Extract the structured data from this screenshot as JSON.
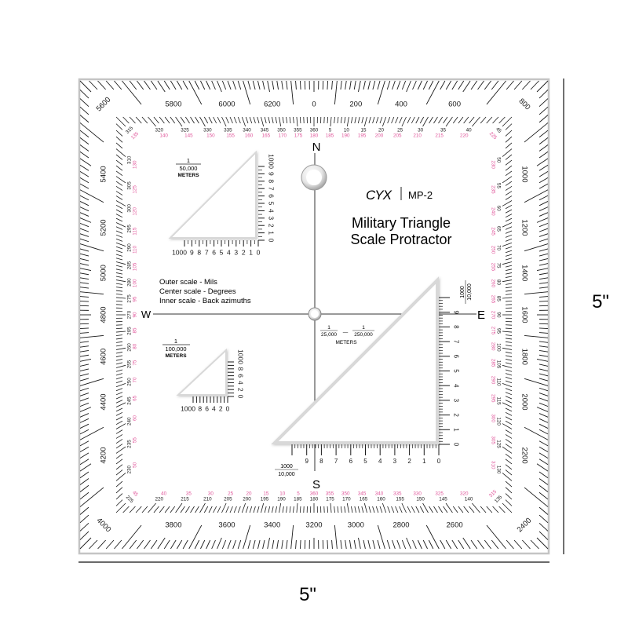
{
  "product": {
    "brand": "CYX",
    "model": "MP-2",
    "title_line1": "Military Triangle",
    "title_line2": "Scale Protractor"
  },
  "legend": {
    "line1": "Outer  scale - Mils",
    "line2": "Center scale - Degrees",
    "line3": "Inner scale - Back azimuths"
  },
  "compass": {
    "north": "N",
    "south": "S",
    "east": "E",
    "west": "W"
  },
  "mil_labels": [
    "0",
    "200",
    "400",
    "600",
    "800",
    "1000",
    "1200",
    "1400",
    "1600",
    "1800",
    "2000",
    "2200",
    "2400",
    "2600",
    "2800",
    "3000",
    "3200",
    "3400",
    "3600",
    "3800",
    "4000",
    "4200",
    "4400",
    "4600",
    "4800",
    "5000",
    "5200",
    "5400",
    "5600",
    "5800",
    "6000",
    "6200"
  ],
  "degree_labels": [
    "360",
    "5",
    "10",
    "15",
    "20",
    "25",
    "30",
    "35",
    "40",
    "45",
    "50",
    "55",
    "60",
    "65",
    "70",
    "75",
    "80",
    "85",
    "90",
    "95",
    "100",
    "105",
    "110",
    "115",
    "120",
    "125",
    "130",
    "135",
    "140",
    "145",
    "150",
    "155",
    "160",
    "165",
    "170",
    "175",
    "180",
    "185",
    "190",
    "195",
    "200",
    "205",
    "210",
    "215",
    "220",
    "225",
    "230",
    "235",
    "240",
    "245",
    "250",
    "255",
    "260",
    "265",
    "270",
    "275",
    "280",
    "285",
    "290",
    "295",
    "300",
    "305",
    "310",
    "315",
    "320",
    "325",
    "330",
    "335",
    "340",
    "345",
    "350",
    "355"
  ],
  "back_azimuth_labels": [
    "180",
    "185",
    "190",
    "195",
    "200",
    "205",
    "210",
    "215",
    "220",
    "225",
    "230",
    "235",
    "240",
    "245",
    "250",
    "255",
    "260",
    "265",
    "270",
    "275",
    "280",
    "285",
    "290",
    "295",
    "300",
    "305",
    "310",
    "315",
    "320",
    "325",
    "330",
    "335",
    "340",
    "345",
    "350",
    "355",
    "360",
    "5",
    "10",
    "15",
    "20",
    "25",
    "30",
    "35",
    "40",
    "45",
    "50",
    "55",
    "60",
    "65",
    "70",
    "75",
    "80",
    "85",
    "90",
    "95",
    "100",
    "105",
    "110",
    "115",
    "120",
    "125",
    "130",
    "135",
    "140",
    "145",
    "150",
    "155",
    "160",
    "165",
    "170",
    "175"
  ],
  "scale_50k": {
    "num": "1",
    "den": "50,000",
    "unit": "METERS",
    "bottom_labels": [
      "1000",
      "9",
      "8",
      "7",
      "6",
      "5",
      "4",
      "3",
      "2",
      "1",
      "0"
    ],
    "side_labels": [
      "0",
      "1",
      "2",
      "3",
      "4",
      "5",
      "6",
      "7",
      "8",
      "9",
      "1000"
    ]
  },
  "scale_100k": {
    "num": "1",
    "den": "100,000",
    "unit": "METERS",
    "bottom_labels": [
      "1000",
      "8",
      "6",
      "4",
      "2",
      "0"
    ],
    "side_labels": [
      "0",
      "2",
      "4",
      "6",
      "8",
      "1000"
    ]
  },
  "scale_25k": {
    "num1": "1",
    "den1": "25,000",
    "dash": "—",
    "num2": "1",
    "den2": "250,000",
    "unit": "METERS",
    "bottom_labels": [
      "9",
      "8",
      "7",
      "6",
      "5",
      "4",
      "3",
      "2",
      "1",
      "0"
    ],
    "side_labels": [
      "0",
      "1",
      "2",
      "3",
      "4",
      "5",
      "6",
      "7",
      "8",
      "9"
    ],
    "corner_num": "1000",
    "corner_den": "10,000"
  },
  "dimensions": {
    "height": "5\"",
    "width": "5\""
  },
  "colors": {
    "ink": "#1a1a1a",
    "back_azimuth": "#e0559a",
    "plate_edge": "#bdbdbd"
  }
}
